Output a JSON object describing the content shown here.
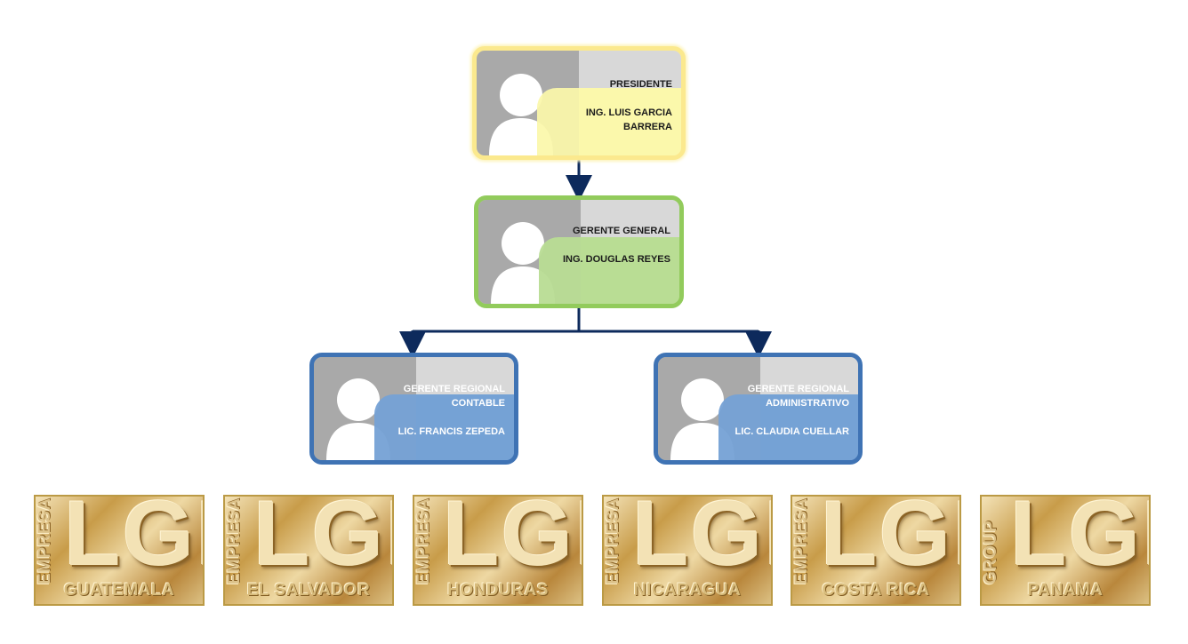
{
  "chart": {
    "president": {
      "role": "PRESIDENTE",
      "name": "ING. LUIS GARCIA\nBARRERA"
    },
    "general_manager": {
      "role": "GERENTE GENERAL",
      "name": "ING. DOUGLAS REYES"
    },
    "regional_accounting": {
      "role": "GERENTE REGIONAL\nCONTABLE",
      "name": "LIC. FRANCIS ZEPEDA"
    },
    "regional_admin": {
      "role": "GERENTE REGIONAL\nADMINISTRATIVO",
      "name": "LIC. CLAUDIA CUELLAR"
    }
  },
  "companies": [
    {
      "brand": "LGB",
      "vertical": "EMPRESA",
      "country": "GUATEMALA"
    },
    {
      "brand": "LGB",
      "vertical": "EMPRESA",
      "country": "EL SALVADOR"
    },
    {
      "brand": "LGB",
      "vertical": "EMPRESA",
      "country": "HONDURAS"
    },
    {
      "brand": "LGB",
      "vertical": "EMPRESA",
      "country": "NICARAGUA"
    },
    {
      "brand": "LGB",
      "vertical": "EMPRESA",
      "country": "COSTA RICA"
    },
    {
      "brand": "LGB",
      "vertical": "GROUP",
      "country": "PANAMA"
    }
  ],
  "colors": {
    "connector": "#0d2a5c",
    "president_border": "#fbe98e",
    "general_border": "#92cb5c",
    "regional_border": "#3f73b4",
    "gold": "#c89c49"
  }
}
